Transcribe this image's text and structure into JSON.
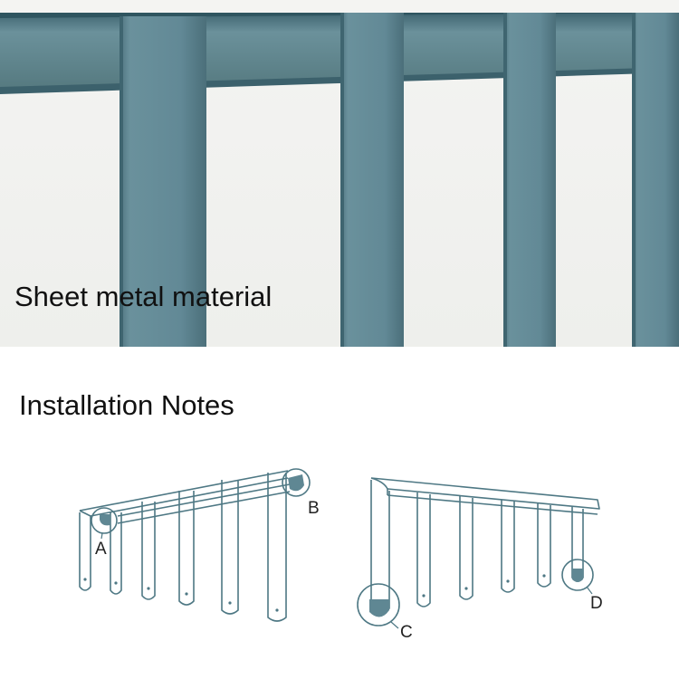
{
  "photo": {
    "caption": "Sheet metal material",
    "colors": {
      "metal": "#5f8793",
      "metal_dark": "#3f6570",
      "background": "#f2f3f1"
    }
  },
  "notes": {
    "title": "Installation Notes",
    "callouts": {
      "a": "A",
      "b": "B",
      "c": "C",
      "d": "D"
    },
    "colors": {
      "line": "#4e7884",
      "fill": "#5f8793"
    }
  }
}
